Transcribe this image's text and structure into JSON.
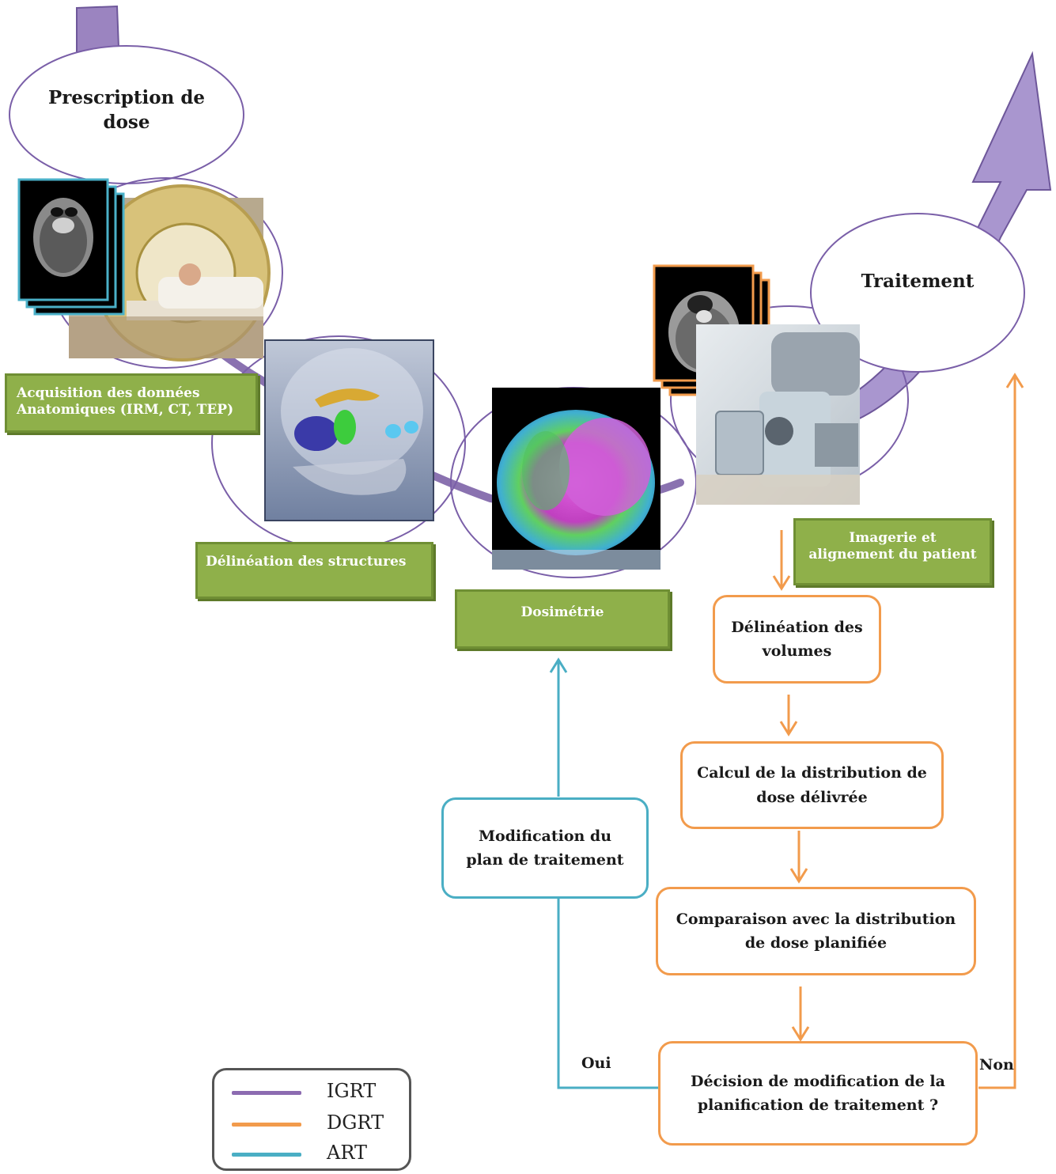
{
  "stages": {
    "prescription": "Prescription de dose",
    "traitement": "Traitement"
  },
  "green_labels": {
    "acquisition_line1": "Acquisition des données",
    "acquisition_line2": "Anatomiques (IRM, CT, TEP)",
    "delineation_structures": "Délinéation  des structures",
    "dosimetrie": "Dosimétrie",
    "imagerie_line1": "Imagerie et",
    "imagerie_line2": "alignement du patient"
  },
  "flow": {
    "delineation_volumes_line1": "Délinéation des",
    "delineation_volumes_line2": "volumes",
    "calcul_line1": "Calcul de la distribution de",
    "calcul_line2": "dose délivrée",
    "comparaison_line1": "Comparaison avec la distribution",
    "comparaison_line2": "de dose planifiée",
    "decision_line1": "Décision de modification de la",
    "decision_line2": "planification de traitement ?",
    "modification_line1": "Modification du",
    "modification_line2": "plan de traitement",
    "oui": "Oui",
    "non": "Non"
  },
  "legend": {
    "items": [
      {
        "label": "IGRT",
        "color": "#8c6bb1"
      },
      {
        "label": "DGRT",
        "color": "#f29b4c"
      },
      {
        "label": "ART",
        "color": "#4aaec4"
      }
    ]
  },
  "colors": {
    "igrt": "#8c6bb1",
    "dgrt": "#f29b4c",
    "art": "#4aaec4",
    "green_box": "#8fb04a"
  },
  "icons": {
    "ct_scan_stack_cyan": "ct-slice-stack",
    "ct_scanner_photo": "ct-scanner",
    "skull_3d": "skull-render",
    "dose_map": "dose-distribution-map",
    "ct_scan_stack_orange": "ct-slice-stack",
    "linac_photo": "linear-accelerator"
  }
}
